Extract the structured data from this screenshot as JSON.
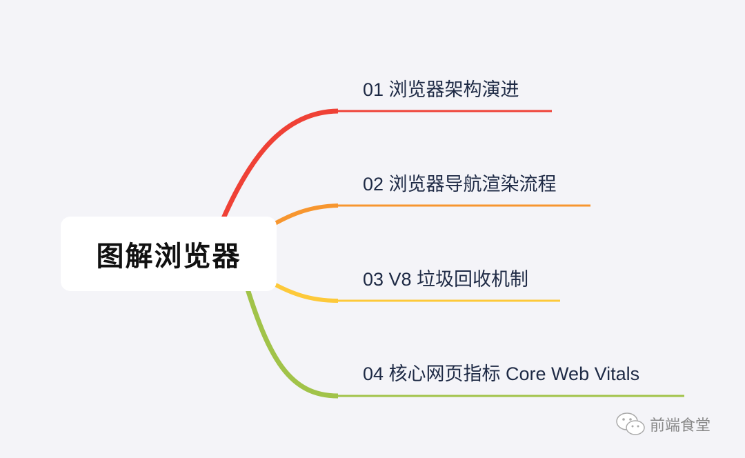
{
  "root": {
    "title": "图解浏览器"
  },
  "branches": [
    {
      "label": "01 浏览器架构演进",
      "color": "#ef4136"
    },
    {
      "label": "02 浏览器导航渲染流程",
      "color": "#f7962f"
    },
    {
      "label": "03 V8 垃圾回收机制",
      "color": "#fdc93a"
    },
    {
      "label": "04 核心网页指标 Core Web Vitals",
      "color": "#a1c349"
    }
  ],
  "watermark": {
    "text": "前端食堂",
    "icon": "wechat-icon"
  }
}
